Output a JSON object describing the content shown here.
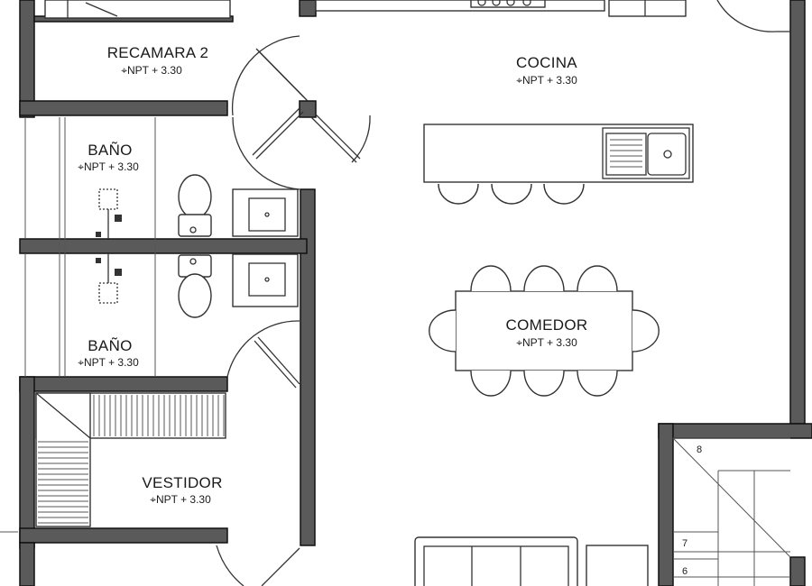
{
  "rooms": [
    {
      "name": "RECAMARA 2",
      "level": "NPT + 3.30"
    },
    {
      "name": "COCINA",
      "level": "NPT + 3.30"
    },
    {
      "name": "BAÑO",
      "level": "NPT + 3.30"
    },
    {
      "name": "BAÑO",
      "level": "NPT + 3.30"
    },
    {
      "name": "COMEDOR",
      "level": "NPT + 3.30"
    },
    {
      "name": "VESTIDOR",
      "level": "NPT + 3.30"
    }
  ],
  "stair_steps": [
    "8",
    "7",
    "6"
  ],
  "colors": {
    "wall": "#5a5a5a",
    "line": "#333333",
    "background": "#ffffff"
  }
}
